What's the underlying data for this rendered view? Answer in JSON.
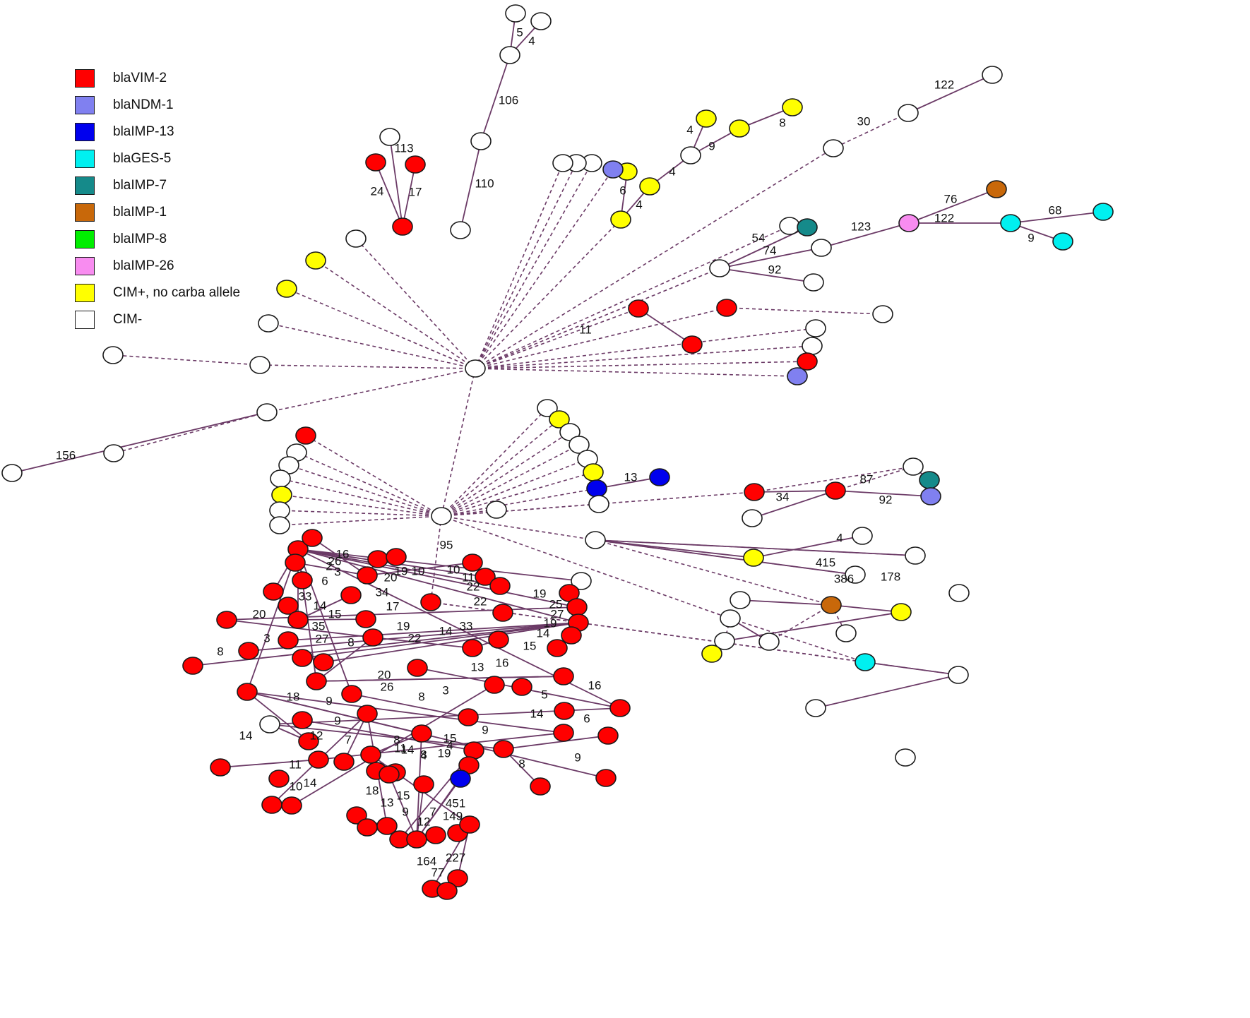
{
  "legend": [
    {
      "label": "blaVIM-2",
      "color": "#ff0000"
    },
    {
      "label": "blaNDM-1",
      "color": "#8080f0"
    },
    {
      "label": "blaIMP-13",
      "color": "#0000ee"
    },
    {
      "label": "blaGES-5",
      "color": "#00f0f0"
    },
    {
      "label": "blaIMP-7",
      "color": "#158a8a"
    },
    {
      "label": "blaIMP-1",
      "color": "#c8680a"
    },
    {
      "label": "blaIMP-8",
      "color": "#00ee00"
    },
    {
      "label": "blaIMP-26",
      "color": "#f88cf0"
    },
    {
      "label": "CIM+, no carba allele",
      "color": "#ffff00"
    },
    {
      "label": "CIM-",
      "color": "#ffffff"
    }
  ],
  "edge_labels": [
    "5",
    "4",
    "106",
    "113",
    "24",
    "17",
    "110",
    "122",
    "30",
    "8",
    "4",
    "9",
    "4",
    "6",
    "4",
    "76",
    "123",
    "122",
    "68",
    "9",
    "54",
    "74",
    "92",
    "11",
    "156",
    "13",
    "87",
    "34",
    "92",
    "95",
    "16",
    "26",
    "2",
    "3",
    "20",
    "19",
    "10",
    "10",
    "11",
    "22",
    "6",
    "34",
    "33",
    "14",
    "15",
    "17",
    "22",
    "19",
    "25",
    "27",
    "19",
    "14",
    "20",
    "35",
    "3",
    "27",
    "8",
    "19",
    "22",
    "14",
    "33",
    "28",
    "8",
    "15",
    "19",
    "20",
    "26",
    "3",
    "13",
    "16",
    "16",
    "9",
    "5",
    "14",
    "6",
    "18",
    "14",
    "17",
    "8",
    "9",
    "12",
    "7",
    "8",
    "11",
    "14",
    "4",
    "15",
    "4",
    "19",
    "9",
    "8",
    "9",
    "11",
    "10",
    "14",
    "8",
    "18",
    "13",
    "15",
    "9",
    "12",
    "7",
    "451",
    "149",
    "164",
    "77",
    "227",
    "4",
    "415",
    "386",
    "178"
  ]
}
